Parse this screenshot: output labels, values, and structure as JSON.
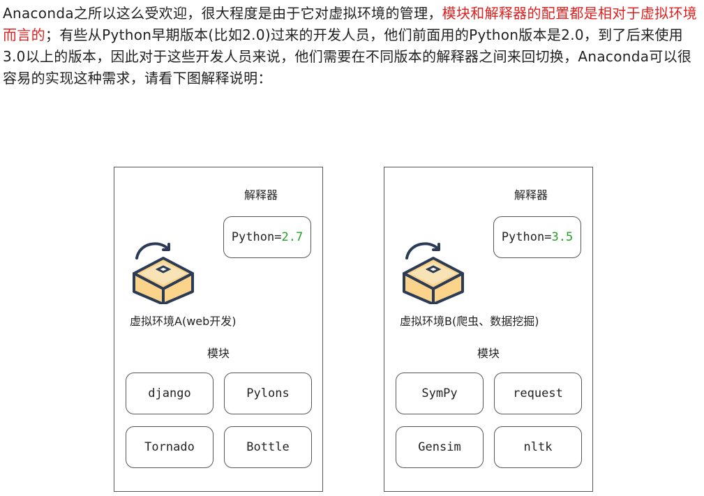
{
  "intro": {
    "part1": "Anaconda之所以这么受欢迎，很大程度是由于它对虚拟环境的管理，",
    "highlight": "模块和解释器的配置都是相对于虚拟环境而言的",
    "part2": "；有些从Python早期版本(比如2.0)过来的开发人员，他们前面用的Python版本是2.0，到了后来使用3.0以上的版本，因此对于这些开发人员来说，他们需要在不同版本的解释器之间来回切换，Anaconda可以很容易的实现这种需求，请看下图解释说明："
  },
  "colors": {
    "highlight": "#e0201e",
    "version": "#22a022",
    "box_fill": "#fcd38a",
    "box_stroke": "#2b3a55"
  },
  "panels": [
    {
      "interpreter_title": "解释器",
      "python_label": "Python=",
      "python_version": "2.7",
      "icon": "package-box-icon",
      "env_label": "虚拟环境A(web开发)",
      "modules_title": "模块",
      "modules": [
        "django",
        "Pylons",
        "Tornado",
        "Bottle"
      ]
    },
    {
      "interpreter_title": "解释器",
      "python_label": "Python=",
      "python_version": "3.5",
      "icon": "package-box-icon",
      "env_label": "虚拟环境B(爬虫、数据挖掘)",
      "modules_title": "模块",
      "modules": [
        "SymPy",
        "request",
        "Gensim",
        "nltk"
      ]
    }
  ]
}
